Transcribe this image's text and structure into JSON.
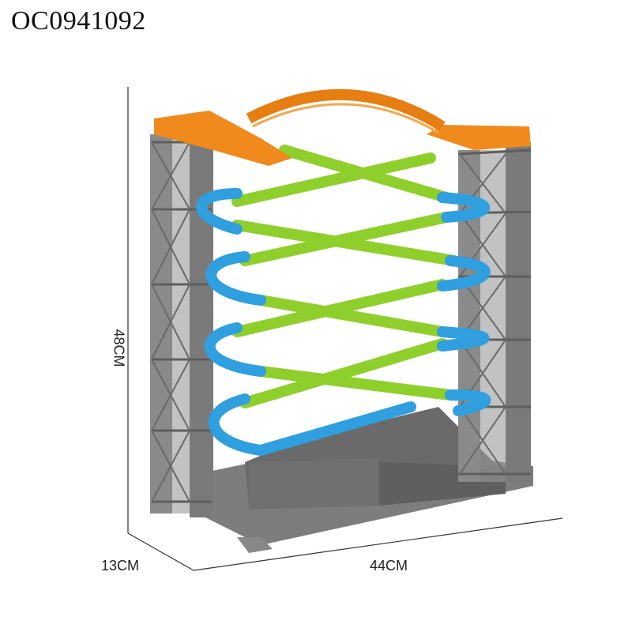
{
  "product": {
    "code": "OC0941092"
  },
  "dimensions": {
    "height": "48CM",
    "depth": "13CM",
    "width": "44CM"
  },
  "colors": {
    "tower": "#8c8c8c",
    "tower_dark": "#6f6f6f",
    "track_green": "#8fcf2c",
    "track_blue": "#2f9fe0",
    "roof_orange": "#f08a1c",
    "base": "#7b7b7b"
  }
}
